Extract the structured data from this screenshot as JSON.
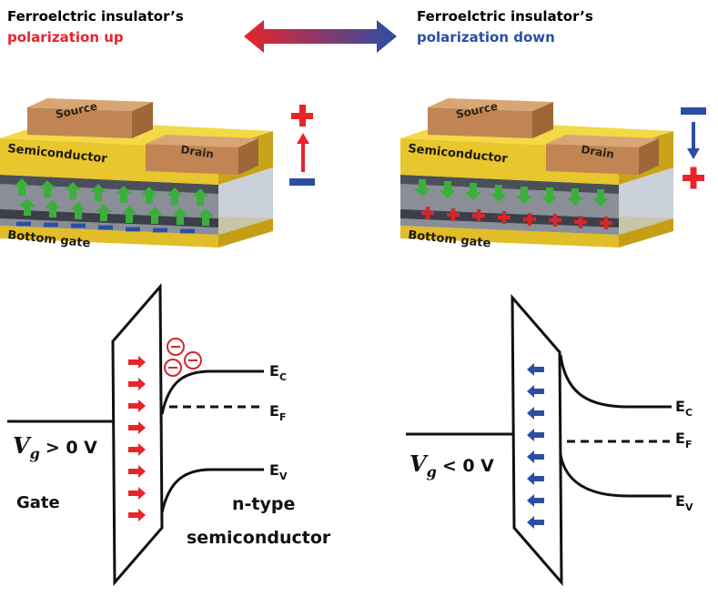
{
  "left_panel": {
    "title": "Ferroelctric insulator’s",
    "state": "polarization up",
    "device": {
      "source": "Source",
      "drain": "Drain",
      "semiconductor": "Semiconductor",
      "bottom_gate": "Bottom gate"
    },
    "band": {
      "vg_sym": "V",
      "vg_sub": "g",
      "vg_rel": "> 0 V",
      "gate": "Gate",
      "semi_1": "n-type",
      "semi_2": "semiconductor",
      "ec_main": "E",
      "ec_sub": "C",
      "ef_main": "E",
      "ef_sub": "F",
      "ev_main": "E",
      "ev_sub": "V"
    }
  },
  "right_panel": {
    "title": "Ferroelctric insulator’s",
    "state": "polarization down",
    "device": {
      "source": "Source",
      "drain": "Drain",
      "semiconductor": "Semiconductor",
      "bottom_gate": "Bottom gate"
    },
    "band": {
      "vg_sym": "V",
      "vg_sub": "g",
      "vg_rel": "< 0 V",
      "ec_main": "E",
      "ec_sub": "C",
      "ef_main": "E",
      "ef_sub": "F",
      "ev_main": "E",
      "ev_sub": "V"
    }
  },
  "colors": {
    "up": "#e8242b",
    "down": "#2b4ea5",
    "gold": "#e6c52a",
    "electrode": "#c9935c",
    "arrow_green": "#3cae3c"
  }
}
